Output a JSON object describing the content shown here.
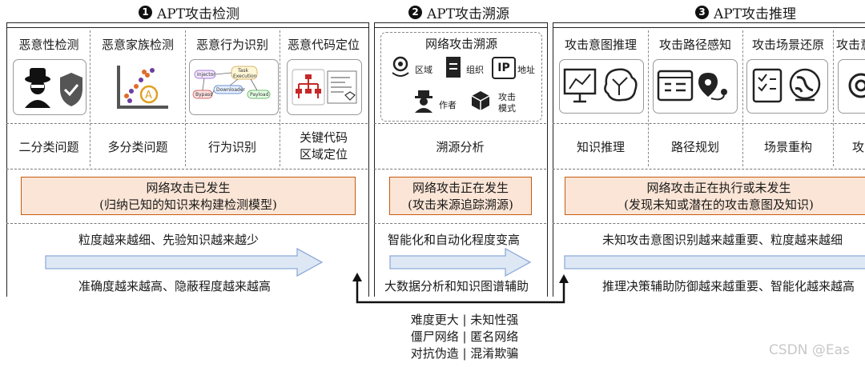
{
  "sections": [
    {
      "num": "1",
      "title": "APT攻击检测"
    },
    {
      "num": "2",
      "title": "APT攻击溯源"
    },
    {
      "num": "3",
      "title": "APT攻击推理"
    }
  ],
  "detection": {
    "columns": [
      {
        "label": "恶意性检测",
        "task": "二分类问题"
      },
      {
        "label": "恶意家族检测",
        "task": "多分类问题"
      },
      {
        "label": "恶意行为识别",
        "task": "行为识别"
      },
      {
        "label": "恶意代码定位",
        "task_line1": "关键代码",
        "task_line2": "区域定位"
      }
    ],
    "behavior_nodes": [
      "Injector",
      "Task Execution",
      "Bypass",
      "Downloader",
      "Payload"
    ],
    "box_line1": "网络攻击已发生",
    "box_line2": "(归纳已知的知识来构建检测模型)",
    "trend_top": "粒度越来越细、先验知识越来越少",
    "trend_bottom": "准确度越来越高、隐蔽程度越来越高"
  },
  "tracing": {
    "heading": "网络攻击溯源",
    "items": {
      "region": "区域",
      "org": "组织",
      "ip_glyph": "IP",
      "address": "地址",
      "author": "作者",
      "mode_line1": "攻击",
      "mode_line2": "模式"
    },
    "task": "溯源分析",
    "box_line1": "网络攻击正在发生",
    "box_line2": "(攻击来源追踪溯源)",
    "trend_top": "智能化和自动化程度变高",
    "trend_bottom": "大数据分析和知识图谱辅助"
  },
  "inference": {
    "columns": [
      {
        "label": "攻击意图推理",
        "task": "知识推理"
      },
      {
        "label": "攻击路径感知",
        "task": "路径规划"
      },
      {
        "label": "攻击场景还原",
        "task": "场景重构"
      },
      {
        "label": "攻击意",
        "task": "攻"
      }
    ],
    "box_line1": "网络攻击正在执行或未发生",
    "box_line2": "(发现未知或潜在的攻击意图及知识)",
    "trend_top": "未知攻击意图识别越来越重要、粒度越来越细",
    "trend_bottom": "推理决策辅助防御越来越重要、智能化越来越高"
  },
  "challenges": [
    "难度更大 | 未知性强",
    "僵尸网络 | 匿名网络",
    "对抗伪造 | 混淆欺骗"
  ],
  "watermark": "CSDN @Eas",
  "colors": {
    "pink_fill": "#fbe5d6",
    "pink_border": "#c55a11",
    "arrow_fill": "#dde8f4",
    "arrow_stroke": "#8eaadb"
  }
}
